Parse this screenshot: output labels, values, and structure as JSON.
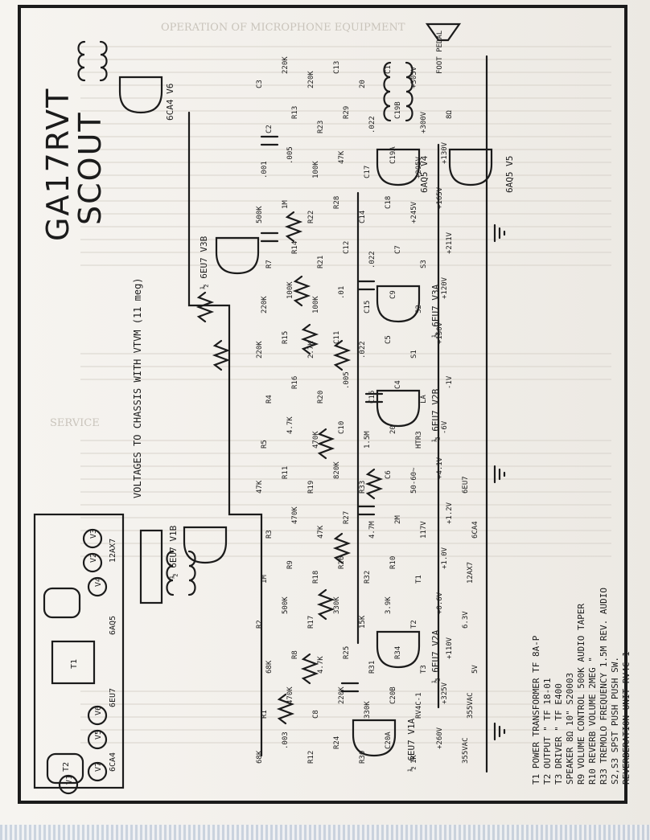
{
  "title_model": "GA17RVT",
  "title_name": "SCOUT",
  "parts_list": [
    "T1 POWER TRANSFORMER  TF 8A-P",
    "T2 OUTPUT       \"     TF 18-01",
    "T3 DRIVER       \"     TF E400",
    "SPEAKER  8Ω 10\"  S20003",
    "R9 VOLUME CONTROL  500K AUDIO TAPER",
    "R10 REVERB VOLUME  2MEG   \"",
    "R33 TREMOLO FREQUENCY 1.5M REV. AUDIO",
    "S2,S3 SPST PUSH PUSH SW.",
    "REVERBERATION UNIT    RV4C-1"
  ],
  "voltage_note": "VOLTAGES TO CHASSIS WITH VTVM (11 meg)",
  "tube_labels": [
    "½ 6EU7 V1A",
    "½ 6EU7 V2A",
    "½ 6EU7 V2B",
    "½ 6EU7 V3A",
    "½ 6EU7 V3B",
    "½ 6EU7 V1B",
    "6AQ5 V4",
    "6AQ5 V5",
    "6CA4 V6"
  ],
  "component_labels": [
    "68K",
    "R1",
    "68K",
    "R2",
    "1M",
    "R3",
    "47K",
    "R5",
    "R4",
    "220K",
    "220K",
    "R7",
    "500K",
    ".001",
    "C2",
    "C3",
    ".003",
    "470K",
    "R8",
    "500K",
    "R9",
    "470K",
    "R11",
    "4.7K",
    "R16",
    "R15",
    "100K",
    "R14",
    "1M",
    ".005",
    "R13",
    "220K",
    "R12",
    "C8",
    "4.7K",
    "R17",
    "R18",
    "47K",
    "R19",
    "470K",
    "R20",
    "2.7K",
    "100K",
    "R21",
    "R22",
    "100K",
    "R23",
    "220K",
    "R24",
    "220K",
    "R25",
    "330K",
    "R26",
    "R27",
    "820K",
    "C10",
    ".005",
    "C11",
    ".01",
    "C12",
    "R28",
    "47K",
    "R29",
    "C13",
    "R30",
    "330K",
    "R31",
    "15K",
    "R32",
    "4.7M",
    "R33",
    "1.5M",
    "C16",
    ".022",
    "C15",
    ".022",
    "C14",
    "C17",
    ".022",
    "20",
    "C20A",
    "C20B",
    "R34",
    "3.9K",
    "R10",
    "2M",
    "C6",
    "20",
    "C4",
    "C5",
    "C9",
    "C7",
    "C18",
    "C19A",
    "C19B",
    "C1",
    "1K",
    "RV4C-1",
    "T3",
    "T2",
    "T1",
    "117V",
    "50-60~",
    "HTR3",
    "LA",
    "S1",
    "S2",
    "S3",
    "+245V",
    "+295V",
    "+300V",
    "+305V",
    "+260V",
    "+325V",
    "+110V",
    "+0.6V",
    "+1.0V",
    "+1.2V",
    "+4.1V",
    "-6V",
    "-1V",
    "+150V",
    "+120V",
    "+211V",
    "+165V",
    "+130V",
    "8Ω",
    "FOOT PEDAL",
    "355VAC",
    "355VAC",
    "5V",
    "6.3V",
    "12AX7",
    "6CA4",
    "6EU7"
  ],
  "chassis_layout_labels": [
    "T2",
    "T1",
    "V1",
    "V2",
    "V3",
    "V4",
    "V5",
    "V6",
    "V7",
    "6AQ5",
    "6EU7",
    "12AX7",
    "6CA4"
  ],
  "faint_bleed_title": "OPERATION OF MICROPHONE EQUIPMENT",
  "faint_bleed_heading": "SERVICE"
}
